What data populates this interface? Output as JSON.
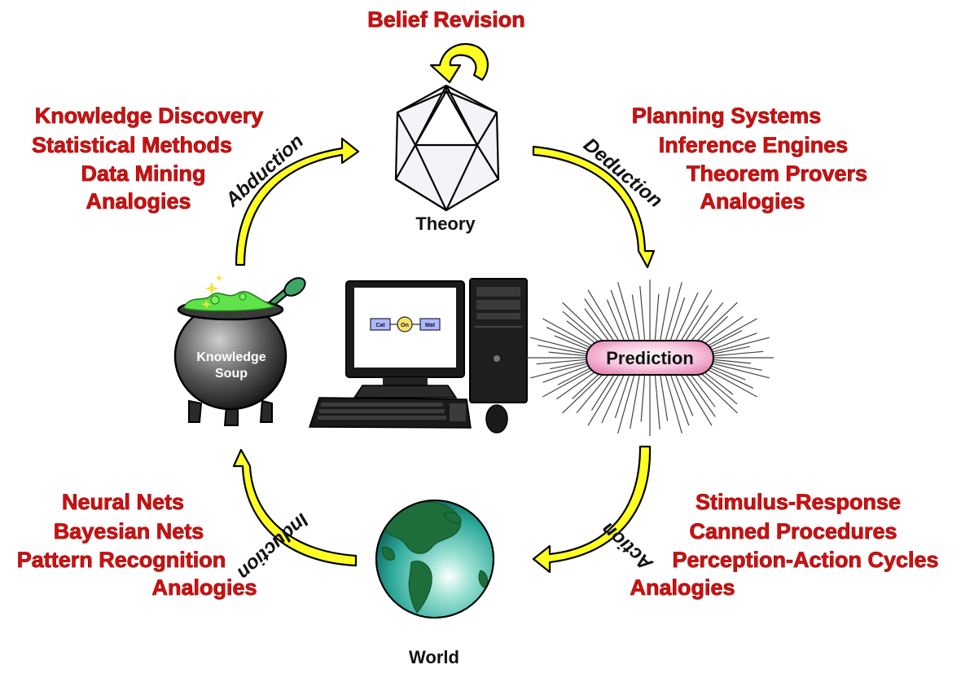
{
  "top": {
    "belief_revision": "Belief Revision",
    "theory": "Theory"
  },
  "nodes": {
    "knowledge_soup_line1": "Knowledge",
    "knowledge_soup_line2": "Soup",
    "prediction": "Prediction",
    "world": "World"
  },
  "arcs": {
    "abduction": "Abduction",
    "deduction": "Deduction",
    "action": "Action",
    "induction": "Induction"
  },
  "screen": {
    "box_left": "Cat",
    "circle": "On",
    "box_right": "Mat"
  },
  "lists": {
    "abduction": [
      "Knowledge Discovery",
      "Statistical Methods",
      "Data Mining",
      "Analogies"
    ],
    "deduction": [
      "Planning Systems",
      "Inference Engines",
      "Theorem Provers",
      "Analogies"
    ],
    "action": [
      "Stimulus-Response",
      "Canned Procedures",
      "Perception-Action Cycles",
      "Analogies"
    ],
    "induction": [
      "Neural Nets",
      "Bayesian Nets",
      "Pattern Recognition",
      "Analogies"
    ]
  },
  "colors": {
    "list_text": "#cc1111",
    "arrow_fill": "#ffff22",
    "prediction_pill": "#f7b8d8",
    "globe_ocean": "#2fb0a0",
    "globe_land": "#1d6e3a"
  }
}
